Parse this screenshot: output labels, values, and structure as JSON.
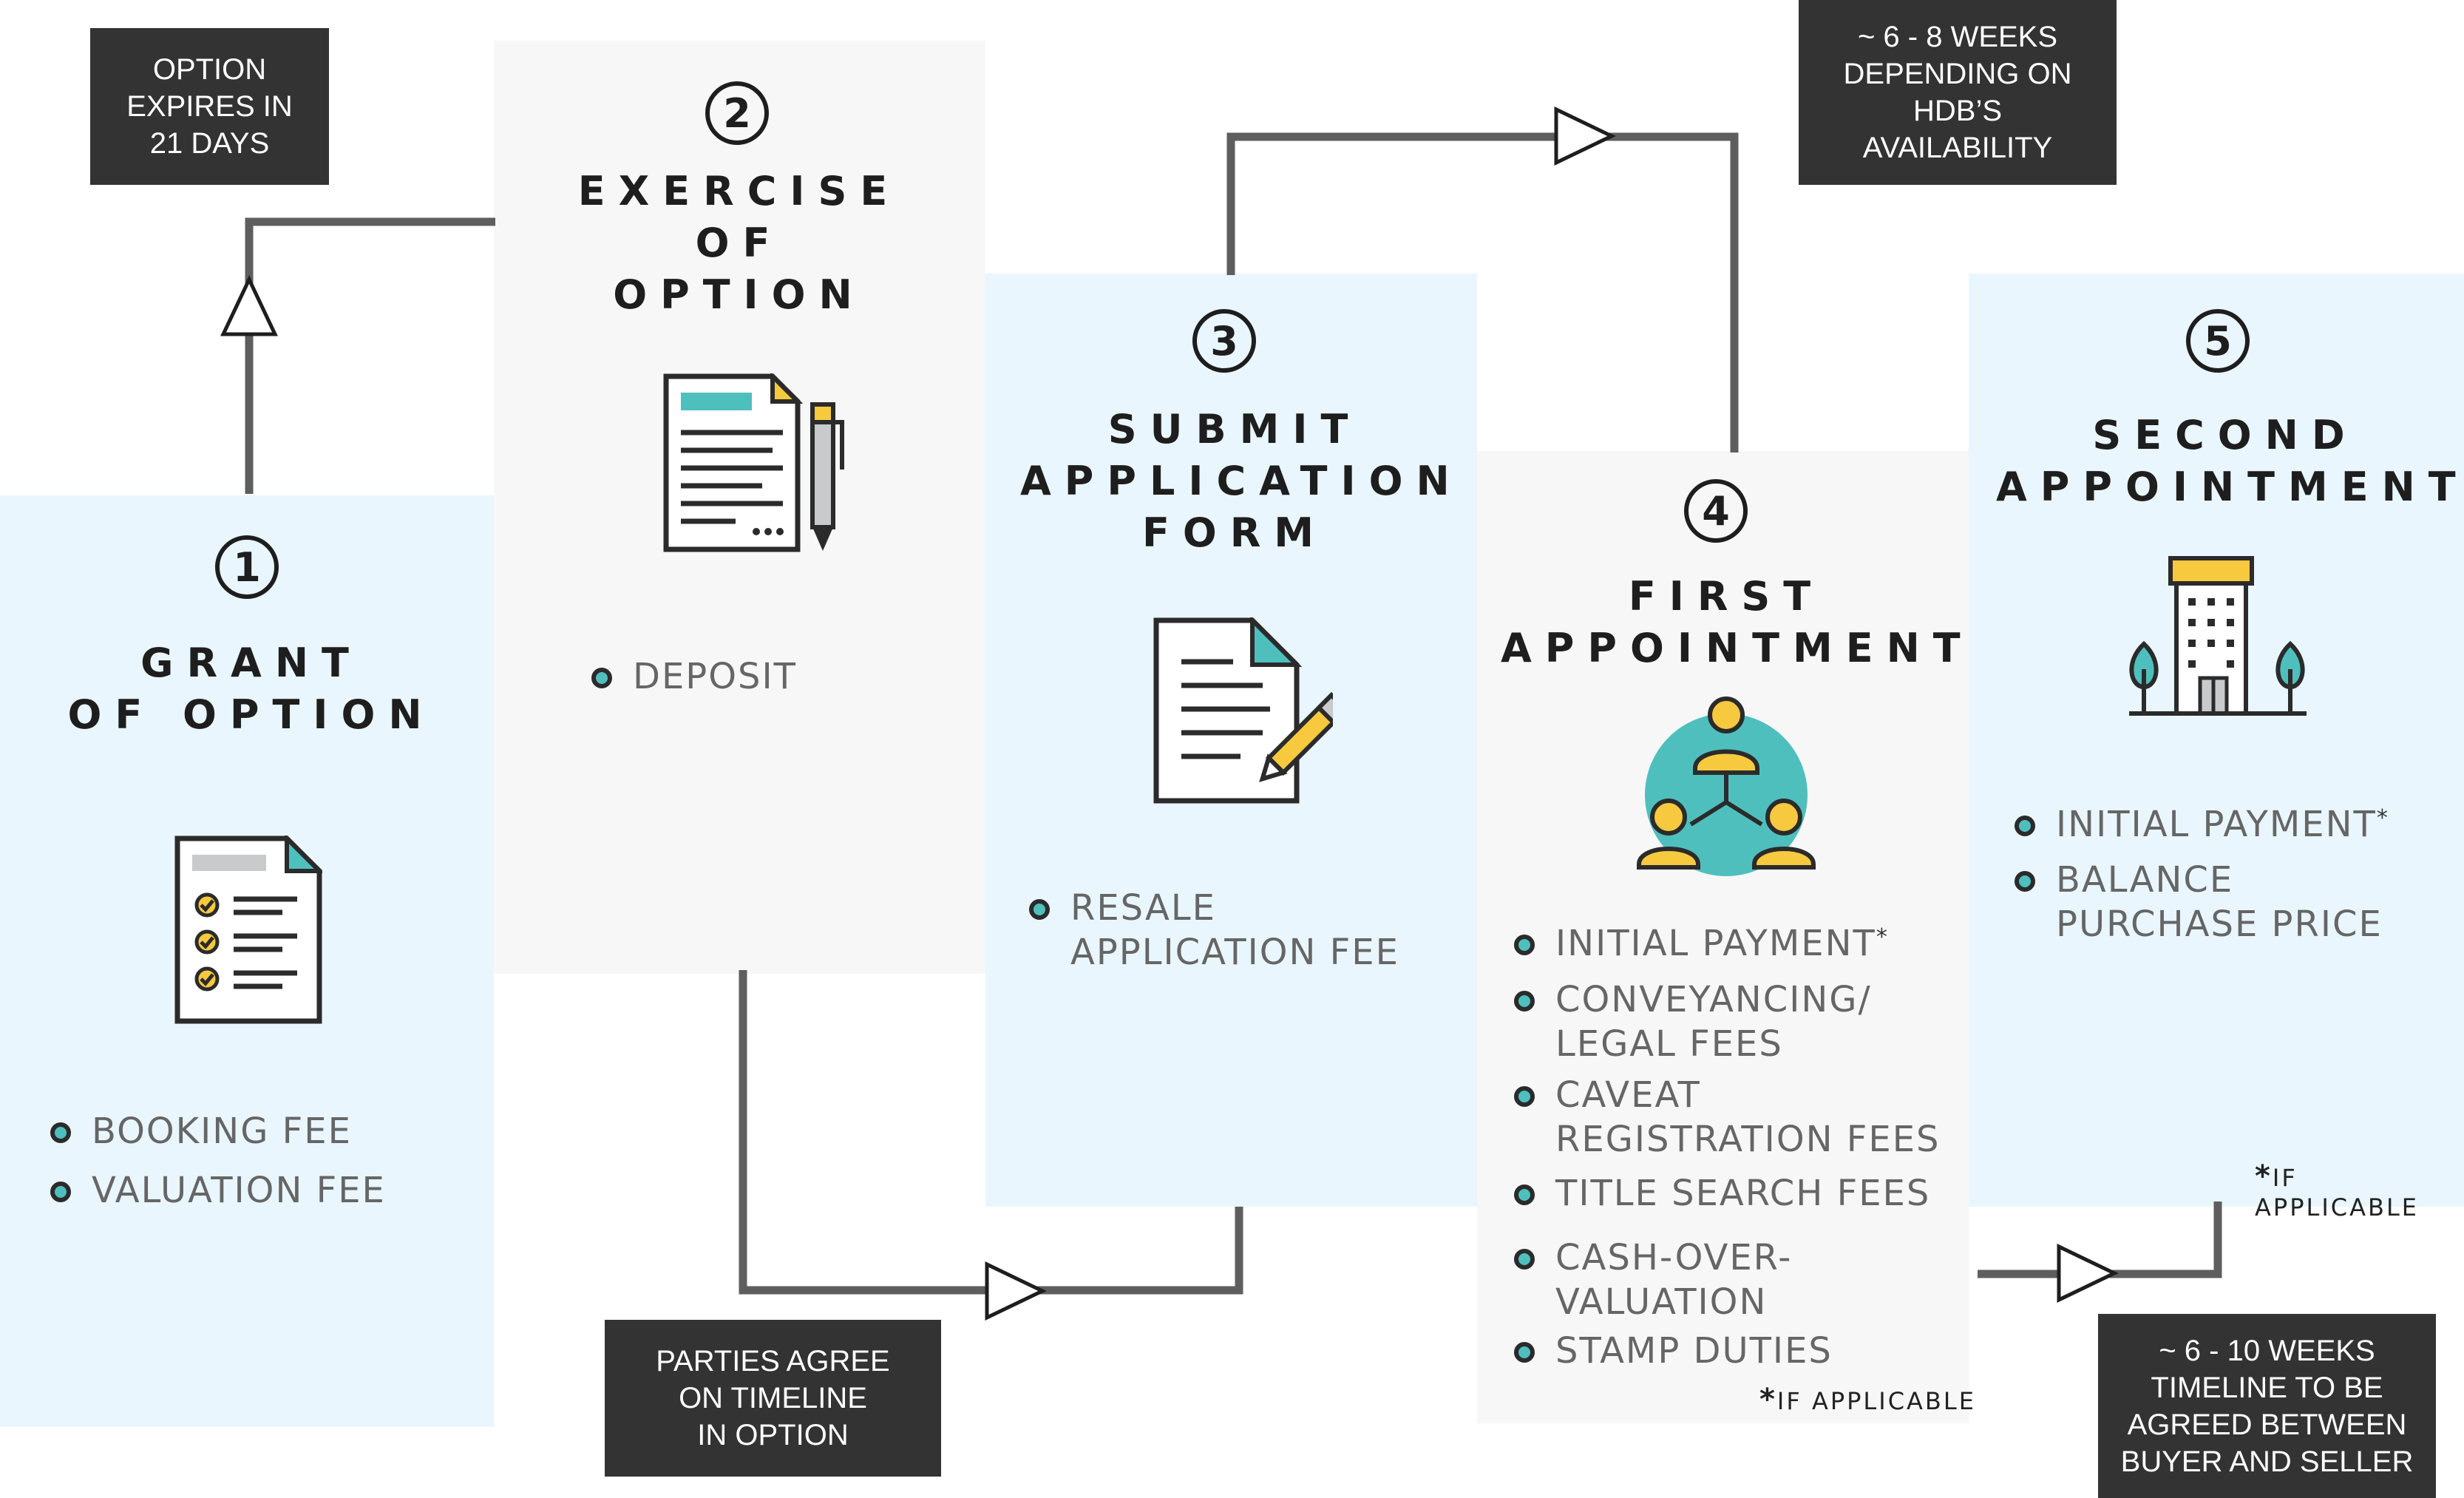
{
  "colors": {
    "panel_blue": "#e9f6fd",
    "panel_grey": "#f7f7f7",
    "note_bg": "#333333",
    "accent_teal": "#4fbfbe",
    "accent_yellow": "#f6c93f",
    "line": "#5e5e5e"
  },
  "notes": {
    "option_expires": [
      "OPTION",
      "EXPIRES IN",
      "21 DAYS"
    ],
    "hdb_weeks": [
      "~ 6 - 8 WEEKS",
      "DEPENDING ON",
      "HDB’S",
      "AVAILABILITY"
    ],
    "parties_agree": [
      "PARTIES AGREE",
      "ON TIMELINE",
      "IN OPTION"
    ],
    "final_weeks": [
      "~ 6 - 10 WEEKS",
      "TIMELINE TO BE",
      "AGREED BETWEEN",
      "BUYER AND SELLER"
    ]
  },
  "steps": [
    {
      "number": "1",
      "title": [
        "GRANT",
        "OF OPTION"
      ],
      "icon": "checklist-document-icon",
      "bullets": [
        {
          "text": [
            "BOOKING FEE"
          ],
          "asterisk": false
        },
        {
          "text": [
            "VALUATION FEE"
          ],
          "asterisk": false
        }
      ]
    },
    {
      "number": "2",
      "title": [
        "EXERCISE",
        "OF",
        "OPTION"
      ],
      "icon": "contract-pen-icon",
      "bullets": [
        {
          "text": [
            "DEPOSIT"
          ],
          "asterisk": false
        }
      ]
    },
    {
      "number": "3",
      "title": [
        "SUBMIT",
        "APPLICATION",
        "FORM"
      ],
      "icon": "form-pencil-icon",
      "bullets": [
        {
          "text": [
            "RESALE",
            "APPLICATION FEE"
          ],
          "asterisk": false
        }
      ]
    },
    {
      "number": "4",
      "title": [
        "FIRST",
        "APPOINTMENT"
      ],
      "icon": "people-network-icon",
      "bullets": [
        {
          "text": [
            "INITIAL PAYMENT"
          ],
          "asterisk": true
        },
        {
          "text": [
            "CONVEYANCING/",
            "LEGAL FEES"
          ],
          "asterisk": false
        },
        {
          "text": [
            "CAVEAT",
            "REGISTRATION FEES"
          ],
          "asterisk": false
        },
        {
          "text": [
            "TITLE SEARCH FEES"
          ],
          "asterisk": false
        },
        {
          "text": [
            "CASH-OVER-",
            "VALUATION"
          ],
          "asterisk": false
        },
        {
          "text": [
            "STAMP DUTIES"
          ],
          "asterisk": false
        }
      ],
      "footnote": "IF APPLICABLE"
    },
    {
      "number": "5",
      "title": [
        "SECOND",
        "APPOINTMENT"
      ],
      "icon": "office-building-icon",
      "bullets": [
        {
          "text": [
            "INITIAL PAYMENT"
          ],
          "asterisk": true
        },
        {
          "text": [
            "BALANCE",
            "PURCHASE PRICE"
          ],
          "asterisk": false
        }
      ],
      "footnote": "IF APPLICABLE"
    }
  ],
  "asterisk": "*"
}
